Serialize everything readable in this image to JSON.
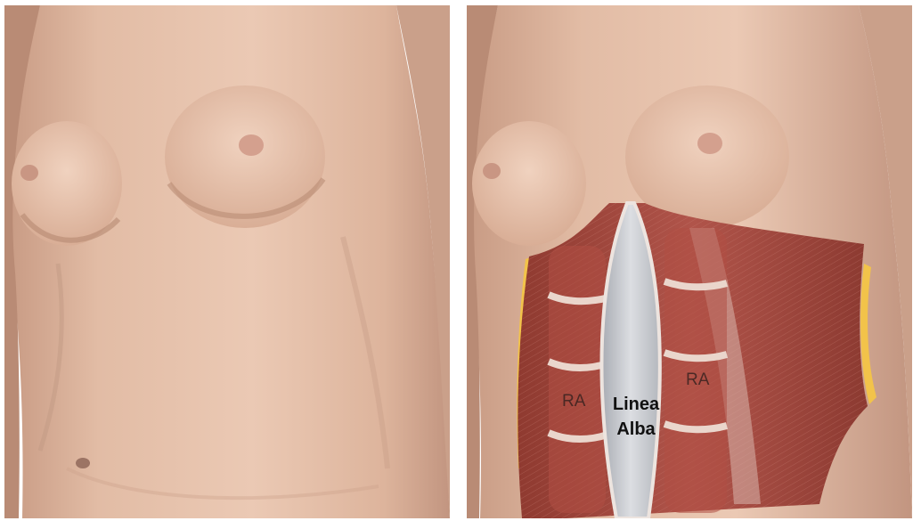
{
  "labels": {
    "rectus_left": "RA",
    "rectus_right": "RA",
    "linea_line1": "Linea",
    "linea_line2": "Alba"
  },
  "colors": {
    "skin": "#e4bfa8",
    "skin_shadow": "#c99c85",
    "muscle": "#a8483b",
    "fascia": "#e8d7cf",
    "linea_alba": "#cfd1d6",
    "fat": "#f2c34a"
  }
}
